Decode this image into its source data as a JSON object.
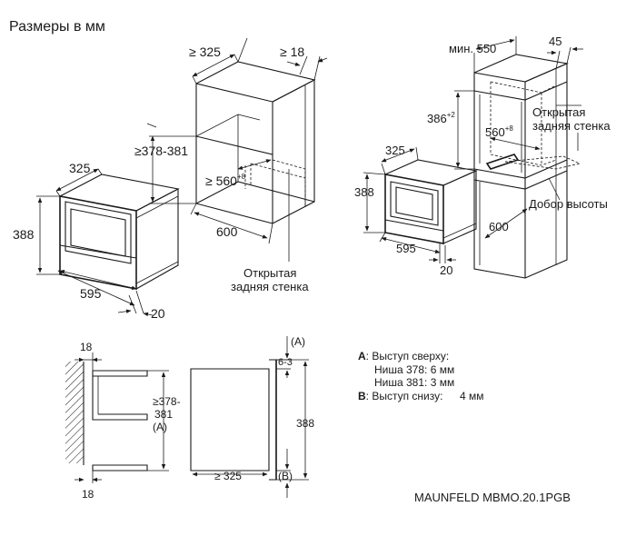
{
  "header": {
    "title": "Размеры в мм"
  },
  "left_diagram": {
    "oven_depth": "325",
    "oven_height": "388",
    "oven_width": "595",
    "oven_front": "20",
    "niche_depth": "≥ 325",
    "niche_top_gap": "≥ 18",
    "niche_height": "≥378-381",
    "niche_width_main": "≥ 560",
    "niche_width_sup": "+8",
    "niche_cabinet_width": "600",
    "open_back_line1": "Открытая",
    "open_back_line2": "задняя стенка"
  },
  "right_diagram": {
    "min_label": "мин. 550",
    "col_depth": "45",
    "niche_height_main": "386",
    "niche_height_sup": "+2",
    "niche_width_main": "560",
    "niche_width_sup": "+8",
    "oven_depth": "325",
    "oven_height": "388",
    "oven_width": "595",
    "oven_front": "20",
    "cabinet_width": "600",
    "open_back_line1": "Открытая",
    "open_back_line2": "задняя стенка",
    "height_add": "Добор высоты"
  },
  "side_section": {
    "top_gap": "18",
    "bottom_gap": "18",
    "niche_height_line1": "≥378-",
    "niche_height_line2": "381",
    "niche_height_mark": "(A)",
    "depth": "≥ 325",
    "marker_a": "(A)",
    "offset": "6-3",
    "height": "388",
    "marker_b": "(B)"
  },
  "notes": {
    "a_label": "A",
    "a_text": ": Выступ сверху:",
    "a_line2": "Ниша 378: 6 мм",
    "a_line3": "Ниша 381: 3 мм",
    "b_label": "B",
    "b_text": ": Выступ снизу:",
    "b_value": "4 мм"
  },
  "footer": {
    "model": "MAUNFELD MBMO.20.1PGB"
  }
}
